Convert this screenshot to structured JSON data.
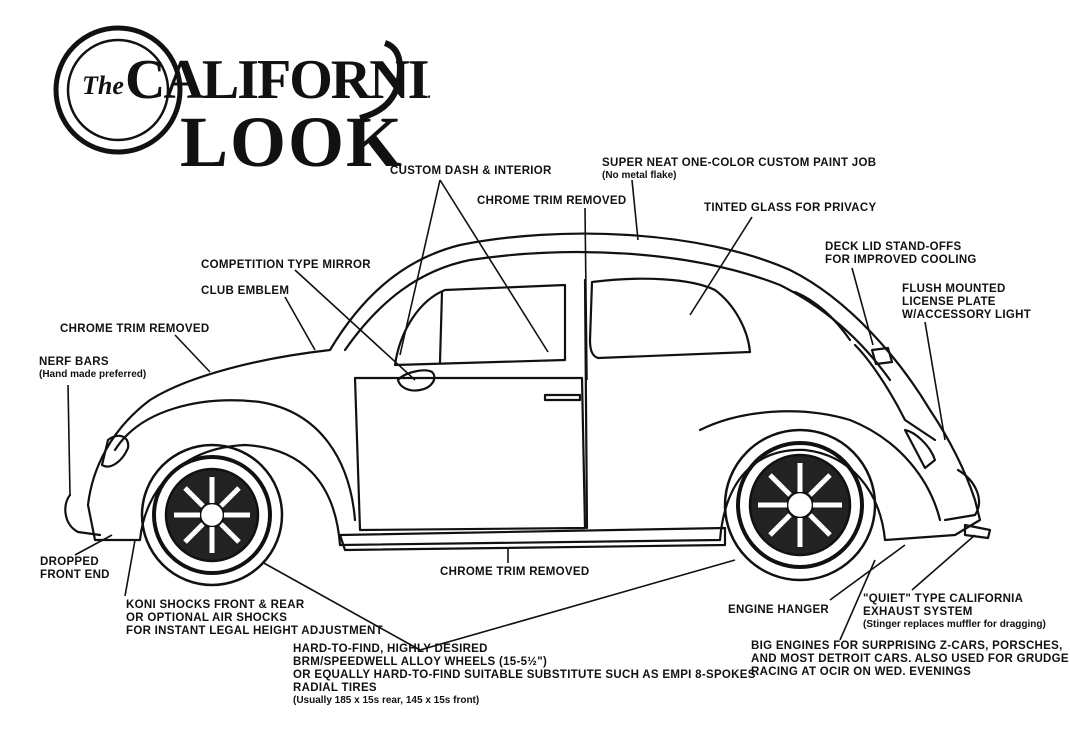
{
  "logo": {
    "small": "The",
    "line1": "CALIFORNIA",
    "line2": "LOOK"
  },
  "labels": {
    "custom_dash": "CUSTOM DASH & INTERIOR",
    "paint_job": "SUPER NEAT ONE-COLOR CUSTOM PAINT JOB",
    "paint_job_note": "(No metal flake)",
    "chrome_trim_top": "CHROME TRIM REMOVED",
    "tinted_glass": "TINTED GLASS FOR PRIVACY",
    "deck_lid_1": "DECK LID STAND-OFFS",
    "deck_lid_2": "FOR IMPROVED COOLING",
    "license_1": "FLUSH MOUNTED",
    "license_2": "LICENSE PLATE",
    "license_3": "W/ACCESSORY LIGHT",
    "mirror": "COMPETITION TYPE MIRROR",
    "club_emblem": "CLUB EMBLEM",
    "chrome_trim_left": "CHROME TRIM REMOVED",
    "nerf_bars": "NERF BARS",
    "nerf_bars_note": "(Hand made preferred)",
    "dropped_1": "DROPPED",
    "dropped_2": "FRONT END",
    "chrome_trim_bottom": "CHROME TRIM REMOVED",
    "koni_1": "KONI SHOCKS FRONT & REAR",
    "koni_2": "OR OPTIONAL AIR SHOCKS",
    "koni_3": "FOR INSTANT LEGAL HEIGHT ADJUSTMENT",
    "wheels_1": "HARD-TO-FIND, HIGHLY DESIRED",
    "wheels_2": "BRM/SPEEDWELL ALLOY WHEELS (15-5½\")",
    "wheels_3": "OR EQUALLY HARD-TO-FIND SUITABLE SUBSTITUTE SUCH AS EMPI 8-SPOKES",
    "wheels_4": "RADIAL TIRES",
    "wheels_note": "(Usually 185 x 15s rear, 145 x 15s front)",
    "engine_hanger": "ENGINE HANGER",
    "exhaust_1": "\"QUIET\" TYPE CALIFORNIA",
    "exhaust_2": "EXHAUST SYSTEM",
    "exhaust_note": "(Stinger replaces muffler for dragging)",
    "engines_1": "BIG ENGINES FOR SURPRISING Z-CARS, PORSCHES,",
    "engines_2": "AND MOST DETROIT CARS. ALSO USED FOR GRUDGE",
    "engines_3": "RACING AT OCIR ON WED. EVENINGS"
  }
}
